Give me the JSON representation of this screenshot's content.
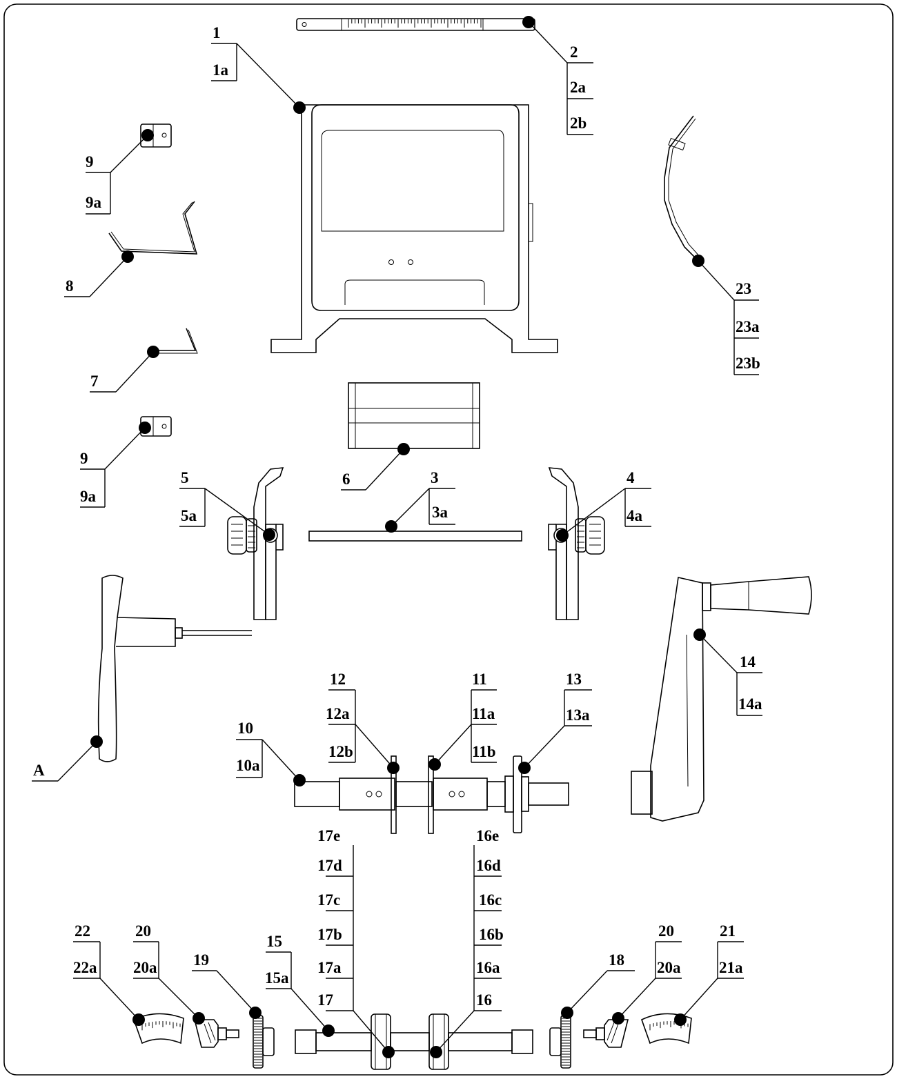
{
  "diagram": {
    "frame_color": "#000000",
    "background": "#ffffff",
    "callouts": [
      {
        "id": "1",
        "labels": [
          "1",
          "1a"
        ]
      },
      {
        "id": "2",
        "labels": [
          "2",
          "2a",
          "2b"
        ]
      },
      {
        "id": "3",
        "labels": [
          "3",
          "3a"
        ]
      },
      {
        "id": "4",
        "labels": [
          "4",
          "4a"
        ]
      },
      {
        "id": "5",
        "labels": [
          "5",
          "5a"
        ]
      },
      {
        "id": "6",
        "labels": [
          "6"
        ]
      },
      {
        "id": "7",
        "labels": [
          "7"
        ]
      },
      {
        "id": "8",
        "labels": [
          "8"
        ]
      },
      {
        "id": "9-top",
        "labels": [
          "9",
          "9a"
        ]
      },
      {
        "id": "9-bottom",
        "labels": [
          "9",
          "9a"
        ]
      },
      {
        "id": "10",
        "labels": [
          "10",
          "10a"
        ]
      },
      {
        "id": "11",
        "labels": [
          "11",
          "11a",
          "11b"
        ]
      },
      {
        "id": "12",
        "labels": [
          "12",
          "12a",
          "12b"
        ]
      },
      {
        "id": "13",
        "labels": [
          "13",
          "13a"
        ]
      },
      {
        "id": "14",
        "labels": [
          "14",
          "14a"
        ]
      },
      {
        "id": "15",
        "labels": [
          "15",
          "15a"
        ]
      },
      {
        "id": "16",
        "labels": [
          "16e",
          "16d",
          "16c",
          "16b",
          "16a",
          "16"
        ]
      },
      {
        "id": "17",
        "labels": [
          "17e",
          "17d",
          "17c",
          "17b",
          "17a",
          "17"
        ]
      },
      {
        "id": "18",
        "labels": [
          "18"
        ]
      },
      {
        "id": "19",
        "labels": [
          "19"
        ]
      },
      {
        "id": "20-left",
        "labels": [
          "20",
          "20a"
        ]
      },
      {
        "id": "20-right",
        "labels": [
          "20",
          "20a"
        ]
      },
      {
        "id": "21",
        "labels": [
          "21",
          "21a"
        ]
      },
      {
        "id": "22",
        "labels": [
          "22",
          "22a"
        ]
      },
      {
        "id": "23",
        "labels": [
          "23",
          "23a",
          "23b"
        ]
      },
      {
        "id": "A",
        "labels": [
          "A"
        ]
      }
    ]
  }
}
